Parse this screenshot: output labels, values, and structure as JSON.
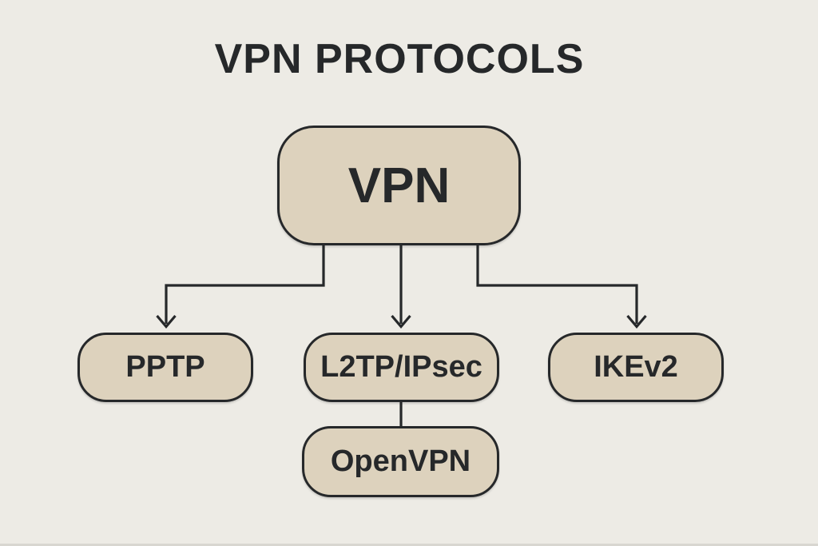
{
  "title": "VPN PROTOCOLS",
  "colors": {
    "bg": "#edebe5",
    "node-fill": "#ddd2bd",
    "stroke": "#26282a",
    "text": "#26282a",
    "bottom-edge": "#d8d6d0"
  },
  "diagram": {
    "type": "tree-flowchart",
    "root": {
      "label": "VPN"
    },
    "children": [
      {
        "label": "PPTP"
      },
      {
        "label": "L2TP/IPsec"
      },
      {
        "label": "IKEv2"
      }
    ],
    "grandchild": {
      "label": "OpenVPN"
    },
    "edges": [
      {
        "from": "VPN",
        "to": "PPTP",
        "style": "elbow-arrow"
      },
      {
        "from": "VPN",
        "to": "L2TP/IPsec",
        "style": "straight-arrow"
      },
      {
        "from": "VPN",
        "to": "IKEv2",
        "style": "elbow-arrow"
      },
      {
        "from": "L2TP/IPsec",
        "to": "OpenVPN",
        "style": "plain-line"
      }
    ]
  }
}
